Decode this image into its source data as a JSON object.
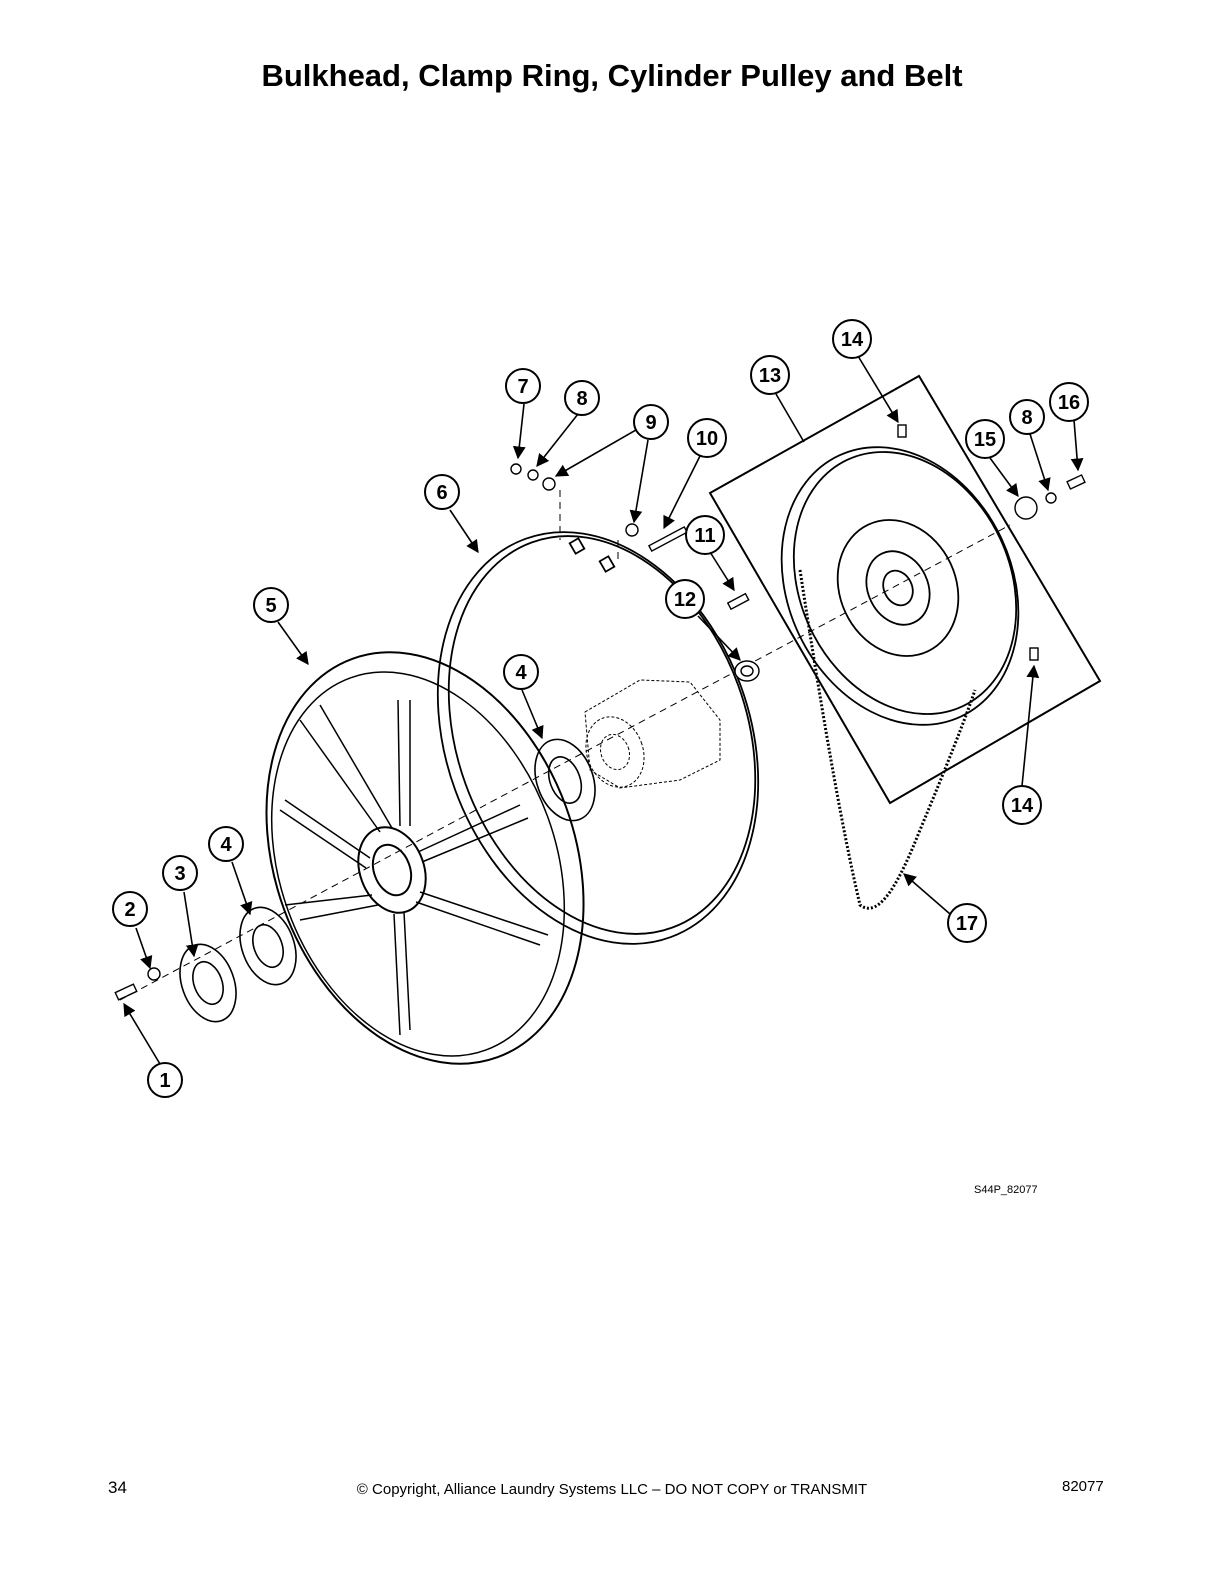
{
  "page": {
    "title": "Bulkhead, Clamp Ring, Cylinder Pulley and Belt",
    "figure_code": "S44P_82077",
    "page_number": "34",
    "copyright": "© Copyright, Alliance Laundry Systems LLC – DO NOT COPY or TRANSMIT",
    "document_number": "82077"
  },
  "callouts": [
    "1",
    "2",
    "3",
    "4",
    "4",
    "5",
    "6",
    "7",
    "8",
    "8",
    "9",
    "10",
    "11",
    "12",
    "13",
    "14",
    "14",
    "15",
    "16",
    "17"
  ]
}
